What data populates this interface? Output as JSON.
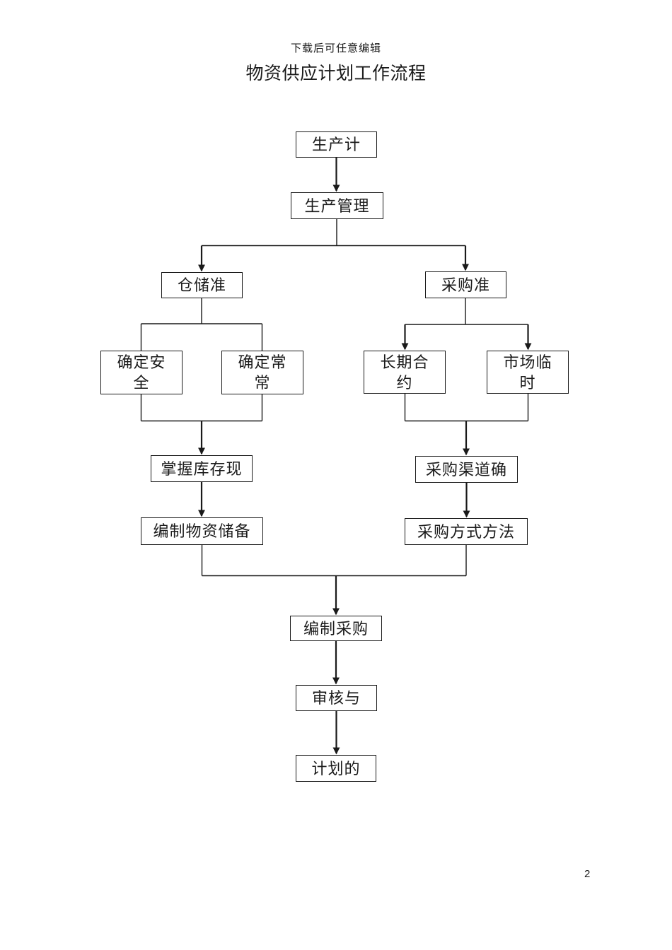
{
  "page": {
    "header_note": "下载后可任意编辑",
    "title": "物资供应计划工作流程",
    "page_number": "2"
  },
  "flowchart": {
    "nodes": [
      {
        "id": "production-plan",
        "label": "生产计"
      },
      {
        "id": "production-management",
        "label": "生产管理"
      },
      {
        "id": "warehouse-prep",
        "label": "仓储准"
      },
      {
        "id": "procurement-prep",
        "label": "采购准"
      },
      {
        "id": "determine-safety",
        "label": "确定安\n全"
      },
      {
        "id": "determine-regular",
        "label": "确定常\n常"
      },
      {
        "id": "long-term-contract",
        "label": "长期合\n约"
      },
      {
        "id": "market-temporary",
        "label": "市场临\n时"
      },
      {
        "id": "grasp-inventory",
        "label": "掌握库存现"
      },
      {
        "id": "material-reserve-plan",
        "label": "编制物资储备"
      },
      {
        "id": "procurement-channel",
        "label": "采购渠道确"
      },
      {
        "id": "procurement-method",
        "label": "采购方式方法"
      },
      {
        "id": "compile-procurement",
        "label": "编制采购"
      },
      {
        "id": "review",
        "label": "审核与"
      },
      {
        "id": "final-plan",
        "label": "计划的"
      }
    ]
  },
  "colors": {
    "line": "#1a1a1a",
    "box_border": "#1a1a1a",
    "text": "#1a1a1a",
    "page_bg": "#ffffff"
  }
}
